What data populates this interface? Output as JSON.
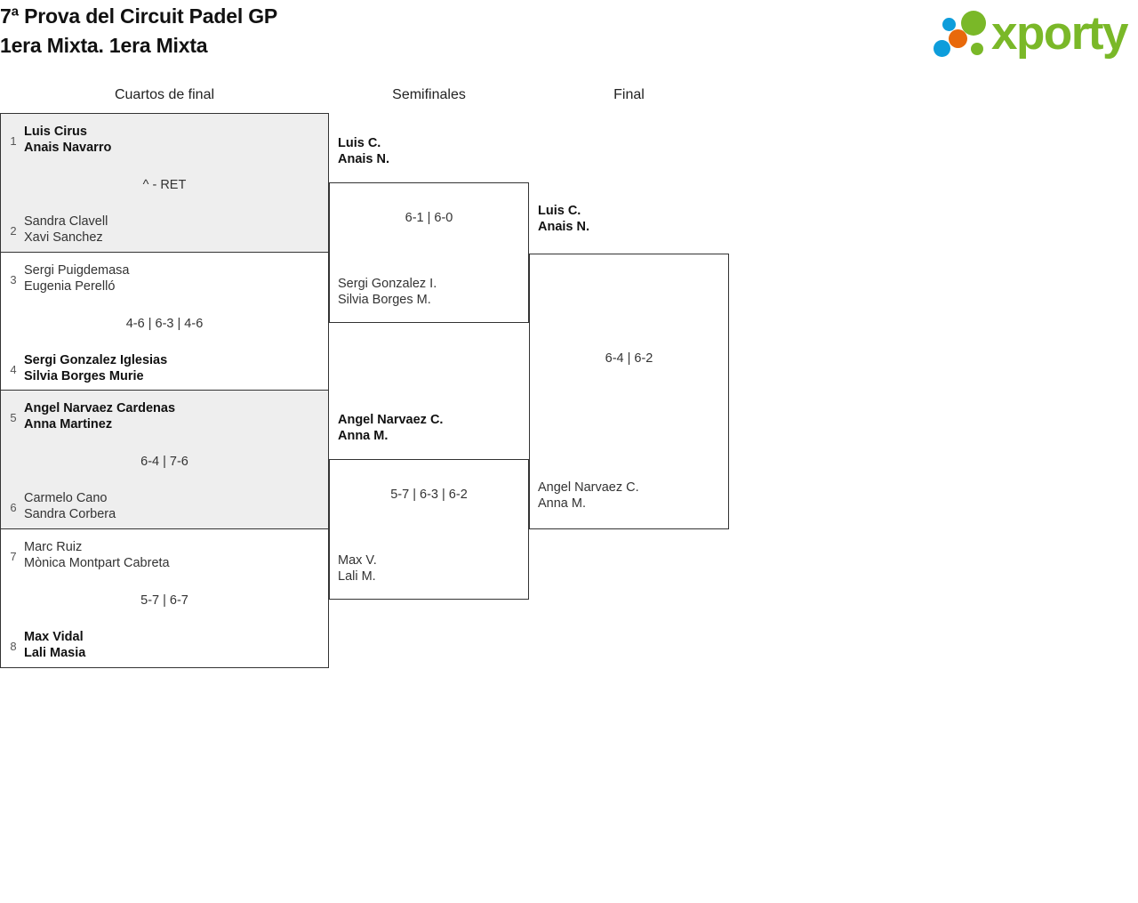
{
  "header": {
    "title_line1": "7ª Prova del Circuit Padel GP",
    "title_line2": "1era Mixta. 1era Mixta",
    "logo_word": "xporty",
    "logo_colors": {
      "green": "#7ab828",
      "blue": "#0d9ddb",
      "orange": "#e8690b"
    }
  },
  "rounds": [
    {
      "label": "Cuartos de final"
    },
    {
      "label": "Semifinales"
    },
    {
      "label": "Final"
    }
  ],
  "bracket": {
    "quarterfinals": [
      {
        "score": "^ - RET",
        "top": {
          "seed": "1",
          "player1": "Luis Cirus",
          "player2": "Anais Navarro",
          "winner": true
        },
        "bottom": {
          "seed": "2",
          "player1": "Sandra Clavell",
          "player2": "Xavi Sanchez",
          "winner": false
        }
      },
      {
        "score": "4-6 | 6-3 | 4-6",
        "top": {
          "seed": "3",
          "player1": "Sergi Puigdemasa",
          "player2": "Eugenia Perelló",
          "winner": false
        },
        "bottom": {
          "seed": "4",
          "player1": "Sergi Gonzalez Iglesias",
          "player2": "Silvia Borges Murie",
          "winner": true
        }
      },
      {
        "score": "6-4 | 7-6",
        "top": {
          "seed": "5",
          "player1": "Angel Narvaez Cardenas",
          "player2": "Anna Martinez",
          "winner": true
        },
        "bottom": {
          "seed": "6",
          "player1": "Carmelo Cano",
          "player2": "Sandra Corbera",
          "winner": false
        }
      },
      {
        "score": "5-7 | 6-7",
        "top": {
          "seed": "7",
          "player1": "Marc Ruiz",
          "player2": "Mònica Montpart Cabreta",
          "winner": false
        },
        "bottom": {
          "seed": "8",
          "player1": "Max Vidal",
          "player2": "Lali Masia",
          "winner": true
        }
      }
    ],
    "semifinals": [
      {
        "score": "6-1 | 6-0",
        "top": {
          "player1": "Luis C.",
          "player2": "Anais N.",
          "winner": true
        },
        "bottom": {
          "player1": "Sergi Gonzalez I.",
          "player2": "Silvia Borges M.",
          "winner": false
        }
      },
      {
        "score": "5-7 | 6-3 | 6-2",
        "top": {
          "player1": "Angel Narvaez C.",
          "player2": "Anna M.",
          "winner": true
        },
        "bottom": {
          "player1": "Max V.",
          "player2": "Lali M.",
          "winner": false
        }
      }
    ],
    "final": {
      "score": "6-4 | 6-2",
      "top": {
        "player1": "Luis C.",
        "player2": "Anais N.",
        "winner": true
      },
      "bottom": {
        "player1": "Angel Narvaez C.",
        "player2": "Anna M.",
        "winner": false
      }
    }
  }
}
